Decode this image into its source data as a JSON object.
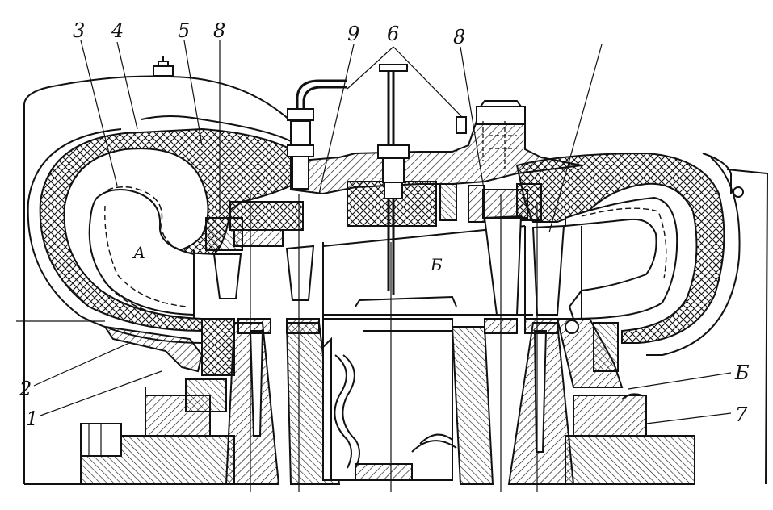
{
  "labels": {
    "l1": "1",
    "l2": "2",
    "l3": "3",
    "l4": "4",
    "l5": "5",
    "l6_top": "6",
    "l6_right": "Б",
    "l7": "7",
    "l8_left": "8",
    "l8_right": "8",
    "l9": "9",
    "zone_a": "А",
    "zone_b": "Б"
  }
}
